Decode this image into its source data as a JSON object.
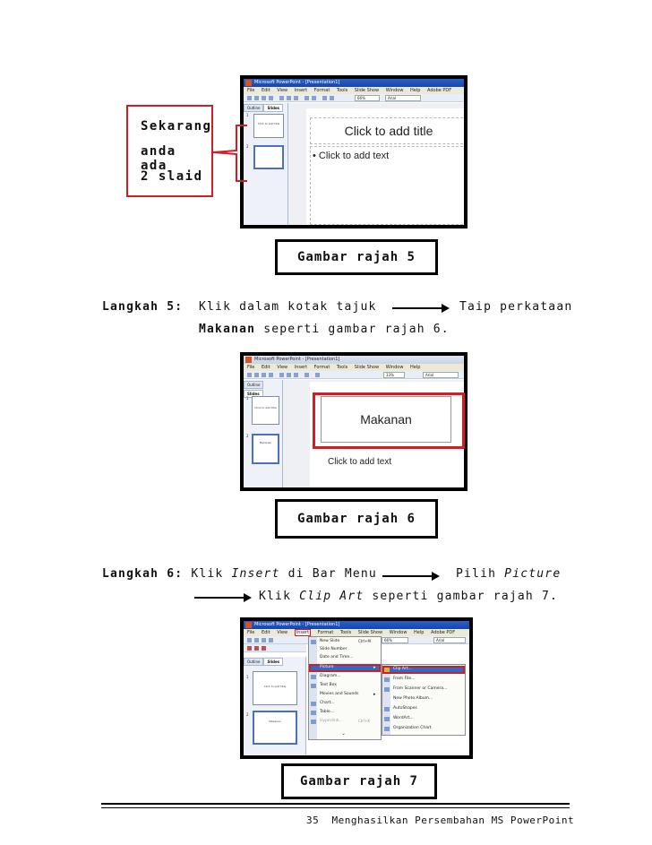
{
  "callout": {
    "line1": "Sekarang",
    "line2": "anda ada",
    "line3": "2 slaid"
  },
  "fig5": {
    "window_title": "Microsoft PowerPoint - [Presentation1]",
    "menu": [
      "File",
      "Edit",
      "View",
      "Insert",
      "Format",
      "Tools",
      "Slide Show",
      "Window",
      "Help",
      "Adobe PDF"
    ],
    "zoom": "66%",
    "font": "Arial",
    "tabs": [
      "Outline",
      "Slides"
    ],
    "slide_numbers": [
      "1",
      "2"
    ],
    "thumb1_text": "Click to add title",
    "title_placeholder": "Click to add title",
    "body_placeholder": "• Click to add text",
    "caption": "Gambar rajah 5"
  },
  "step5": {
    "label": "Langkah 5:",
    "text_a": "Klik dalam kotak tajuk",
    "text_b": "Taip perkataan",
    "bold_word": "Makanan",
    "text_c": "seperti gambar rajah 6."
  },
  "fig6": {
    "window_title": "Microsoft PowerPoint - [Presentation1]",
    "menu": [
      "File",
      "Edit",
      "View",
      "Insert",
      "Format",
      "Tools",
      "Slide Show",
      "Window",
      "Help"
    ],
    "zoom": "33%",
    "font": "Arial",
    "tabs": [
      "Outline",
      "Slides"
    ],
    "slide_numbers": [
      "1",
      "2"
    ],
    "thumb1_text": "Click to add title",
    "thumb2_text": "Makanan",
    "title_text": "Makanan",
    "body_placeholder": "Click to add text",
    "caption": "Gambar rajah 6"
  },
  "step6": {
    "label": "Langkah 6:",
    "klik": "Klik",
    "insert": "Insert",
    "di_bar_menu": "di Bar Menu",
    "pilih": "Pilih",
    "picture": "Picture",
    "klik2": "Klik",
    "clip_art": "Clip Art",
    "seperti": "seperti gambar rajah 7."
  },
  "fig7": {
    "window_title": "Microsoft PowerPoint - [Presentation1]",
    "menu": [
      "File",
      "Edit",
      "View",
      "Insert",
      "Format",
      "Tools",
      "Slide Show",
      "Window",
      "Help",
      "Adobe PDF"
    ],
    "zoom": "66%",
    "font": "Arial",
    "tabs": [
      "Outline",
      "Slides"
    ],
    "slide_numbers": [
      "1",
      "2"
    ],
    "thumb1_text": "Click to add title",
    "thumb2_text": "Makanan",
    "insert_menu": [
      "New Slide",
      "Slide Number",
      "Date and Time...",
      "Picture",
      "Diagram...",
      "Text Box",
      "Movies and Sounds",
      "Chart...",
      "Table...",
      "Hyperlink..."
    ],
    "new_slide_shortcut": "Ctrl+M",
    "hyperlink_shortcut": "Ctrl+K",
    "picture_submenu": [
      "Clip Art...",
      "From File...",
      "From Scanner or Camera...",
      "New Photo Album...",
      "AutoShapes",
      "WordArt...",
      "Organization Chart"
    ],
    "caption": "Gambar rajah 7"
  },
  "footer": {
    "page_number": "35",
    "title": "Menghasilkan Persembahan MS PowerPoint"
  },
  "colors": {
    "highlight_red": "#d21d24",
    "title_bar_blue": "#1546b0"
  }
}
